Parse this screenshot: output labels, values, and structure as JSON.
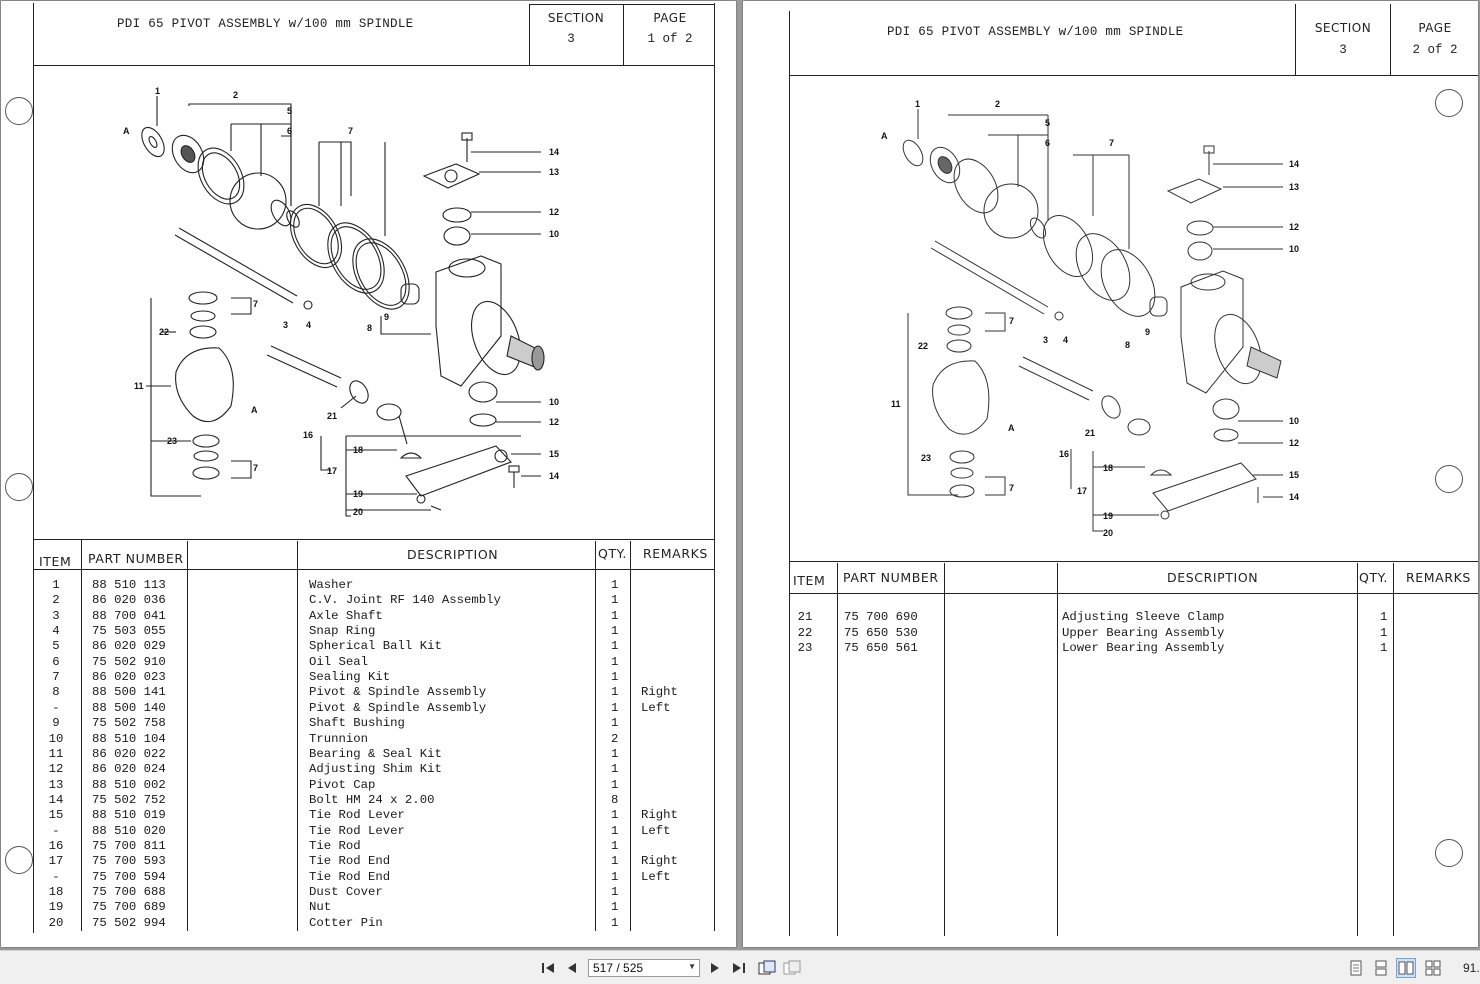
{
  "viewer": {
    "page_indicator": "517 / 525",
    "zoom_text": "91."
  },
  "pages": [
    {
      "title": "PDI 65 PIVOT ASSEMBLY w/100 mm SPINDLE",
      "section_label": "SECTION",
      "section_value": "3",
      "page_label": "PAGE",
      "page_value": "1 of 2",
      "col_item": "ITEM",
      "col_part": "PART NUMBER",
      "col_desc": "DESCRIPTION",
      "col_qty": "QTY.",
      "col_remarks": "REMARKS",
      "rows": [
        {
          "item": "1",
          "part": "88 510 113",
          "desc": "Washer",
          "qty": "1",
          "remarks": ""
        },
        {
          "item": "2",
          "part": "86 020 036",
          "desc": "C.V. Joint RF 140 Assembly",
          "qty": "1",
          "remarks": ""
        },
        {
          "item": "3",
          "part": "88 700 041",
          "desc": "Axle Shaft",
          "qty": "1",
          "remarks": ""
        },
        {
          "item": "4",
          "part": "75 503 055",
          "desc": "Snap Ring",
          "qty": "1",
          "remarks": ""
        },
        {
          "item": "5",
          "part": "86 020 029",
          "desc": "Spherical Ball Kit",
          "qty": "1",
          "remarks": ""
        },
        {
          "item": "6",
          "part": "75 502 910",
          "desc": "Oil Seal",
          "qty": "1",
          "remarks": ""
        },
        {
          "item": "7",
          "part": "86 020 023",
          "desc": "Sealing Kit",
          "qty": "1",
          "remarks": ""
        },
        {
          "item": "8",
          "part": "88 500 141",
          "desc": "Pivot & Spindle Assembly",
          "qty": "1",
          "remarks": "Right"
        },
        {
          "item": "-",
          "part": "88 500 140",
          "desc": "Pivot & Spindle Assembly",
          "qty": "1",
          "remarks": "Left"
        },
        {
          "item": "9",
          "part": "75 502 758",
          "desc": "Shaft Bushing",
          "qty": "1",
          "remarks": ""
        },
        {
          "item": "10",
          "part": "88 510 104",
          "desc": "Trunnion",
          "qty": "2",
          "remarks": ""
        },
        {
          "item": "11",
          "part": "86 020 022",
          "desc": "Bearing & Seal Kit",
          "qty": "1",
          "remarks": ""
        },
        {
          "item": "12",
          "part": "86 020 024",
          "desc": "Adjusting Shim Kit",
          "qty": "1",
          "remarks": ""
        },
        {
          "item": "13",
          "part": "88 510 002",
          "desc": "Pivot Cap",
          "qty": "1",
          "remarks": ""
        },
        {
          "item": "14",
          "part": "75 502 752",
          "desc": "Bolt HM 24 x 2.00",
          "qty": "8",
          "remarks": ""
        },
        {
          "item": "15",
          "part": "88 510 019",
          "desc": "Tie Rod Lever",
          "qty": "1",
          "remarks": "Right"
        },
        {
          "item": "-",
          "part": "88 510 020",
          "desc": "Tie Rod Lever",
          "qty": "1",
          "remarks": "Left"
        },
        {
          "item": "16",
          "part": "75 700 811",
          "desc": "Tie Rod",
          "qty": "1",
          "remarks": ""
        },
        {
          "item": "17",
          "part": "75 700 593",
          "desc": "Tie Rod End",
          "qty": "1",
          "remarks": "Right"
        },
        {
          "item": "-",
          "part": "75 700 594",
          "desc": "Tie Rod End",
          "qty": "1",
          "remarks": "Left"
        },
        {
          "item": "18",
          "part": "75 700 688",
          "desc": "Dust Cover",
          "qty": "1",
          "remarks": ""
        },
        {
          "item": "19",
          "part": "75 700 689",
          "desc": "Nut",
          "qty": "1",
          "remarks": ""
        },
        {
          "item": "20",
          "part": "75 502 994",
          "desc": "Cotter Pin",
          "qty": "1",
          "remarks": ""
        }
      ]
    },
    {
      "title": "PDI 65 PIVOT ASSEMBLY w/100 mm SPINDLE",
      "section_label": "SECTION",
      "section_value": "3",
      "page_label": "PAGE",
      "page_value": "2 of 2",
      "col_item": "ITEM",
      "col_part": "PART NUMBER",
      "col_desc": "DESCRIPTION",
      "col_qty": "QTY.",
      "col_remarks": "REMARKS",
      "rows": [
        {
          "item": "21",
          "part": "75 700 690",
          "desc": "Adjusting Sleeve Clamp",
          "qty": "1",
          "remarks": ""
        },
        {
          "item": "22",
          "part": "75 650 530",
          "desc": "Upper Bearing Assembly",
          "qty": "1",
          "remarks": ""
        },
        {
          "item": "23",
          "part": "75 650 561",
          "desc": "Lower Bearing Assembly",
          "qty": "1",
          "remarks": ""
        }
      ]
    }
  ],
  "callouts": [
    "1",
    "2",
    "5",
    "6",
    "7",
    "14",
    "13",
    "12",
    "10",
    "7",
    "22",
    "3",
    "4",
    "9",
    "8",
    "11",
    "A",
    "21",
    "16",
    "23",
    "18",
    "17",
    "19",
    "20",
    "10",
    "12",
    "15",
    "14",
    "7",
    "A"
  ],
  "icons": {
    "first": "first-page-icon",
    "prev": "previous-page-icon",
    "next": "next-page-icon",
    "last": "last-page-icon"
  }
}
